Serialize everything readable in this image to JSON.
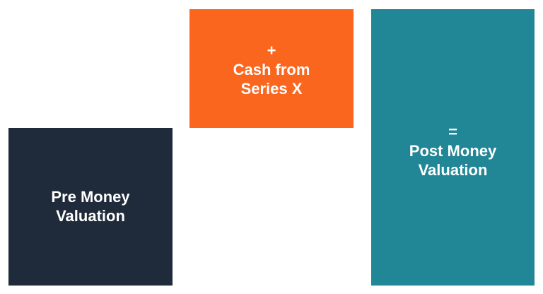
{
  "blocks": {
    "pre_money": {
      "lines": [
        "Pre Money",
        "Valuation"
      ],
      "color": "#1f2a3a"
    },
    "cash": {
      "operator": "+",
      "lines": [
        "Cash from",
        "Series X"
      ],
      "color": "#fb661e"
    },
    "post_money": {
      "operator": "=",
      "lines": [
        "Post Money",
        "Valuation"
      ],
      "color": "#218696"
    }
  }
}
